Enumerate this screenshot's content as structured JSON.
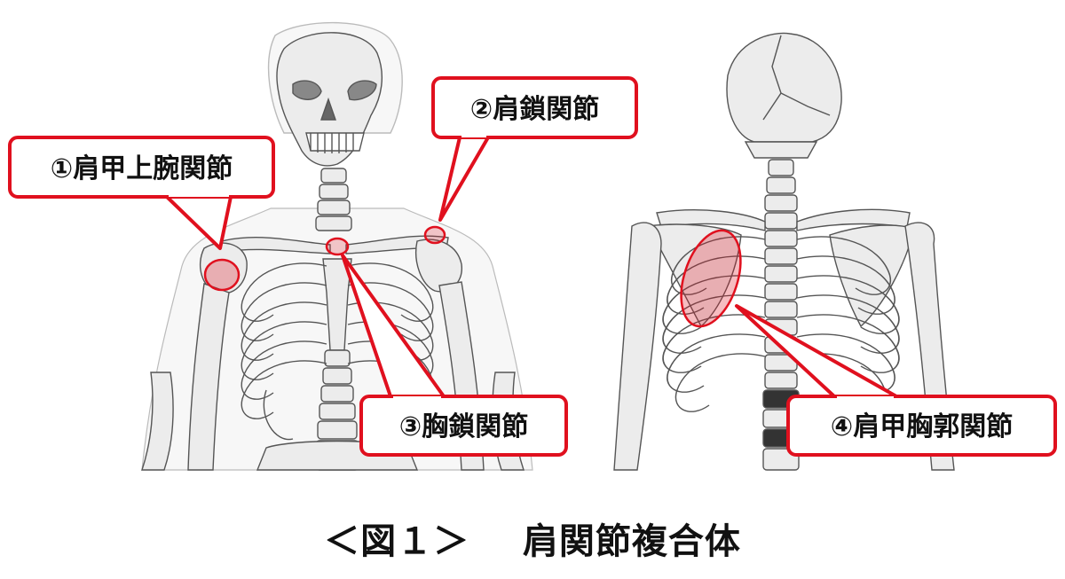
{
  "figure": {
    "callouts": [
      {
        "id": "gh",
        "label": "①肩甲上腕関節"
      },
      {
        "id": "ac",
        "label": "②肩鎖関節"
      },
      {
        "id": "sc",
        "label": "③胸鎖関節"
      },
      {
        "id": "st",
        "label": "④肩甲胸郭関節"
      }
    ],
    "highlight_color": "#e0101e",
    "bone_stroke": "#555555",
    "bone_fill": "#ececec"
  },
  "caption": {
    "number": "＜図１＞",
    "title": "肩関節複合体"
  }
}
